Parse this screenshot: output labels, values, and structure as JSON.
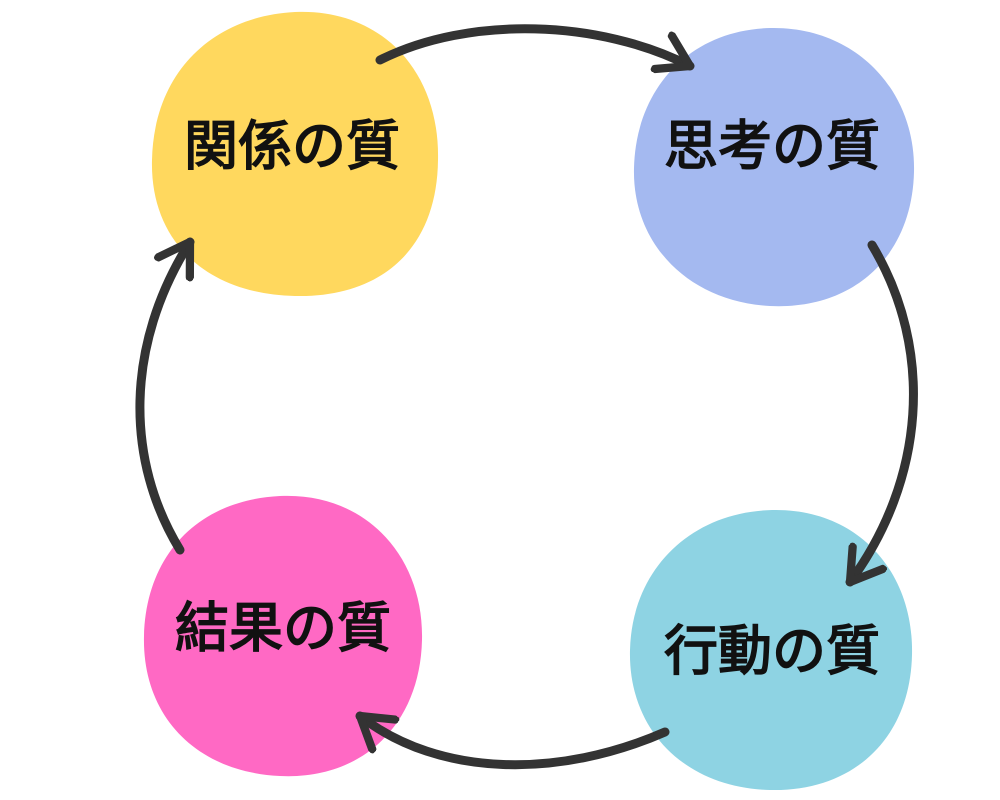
{
  "nodes": [
    {
      "id": "relationship",
      "label": "関係の質",
      "color": "#FFD85E"
    },
    {
      "id": "thinking",
      "label": "思考の質",
      "color": "#A4B9F0"
    },
    {
      "id": "action",
      "label": "行動の質",
      "color": "#8ED3E3"
    },
    {
      "id": "result",
      "label": "結果の質",
      "color": "#FF69C4"
    }
  ],
  "arrow_color": "#333333",
  "background": "#FFFFFF"
}
